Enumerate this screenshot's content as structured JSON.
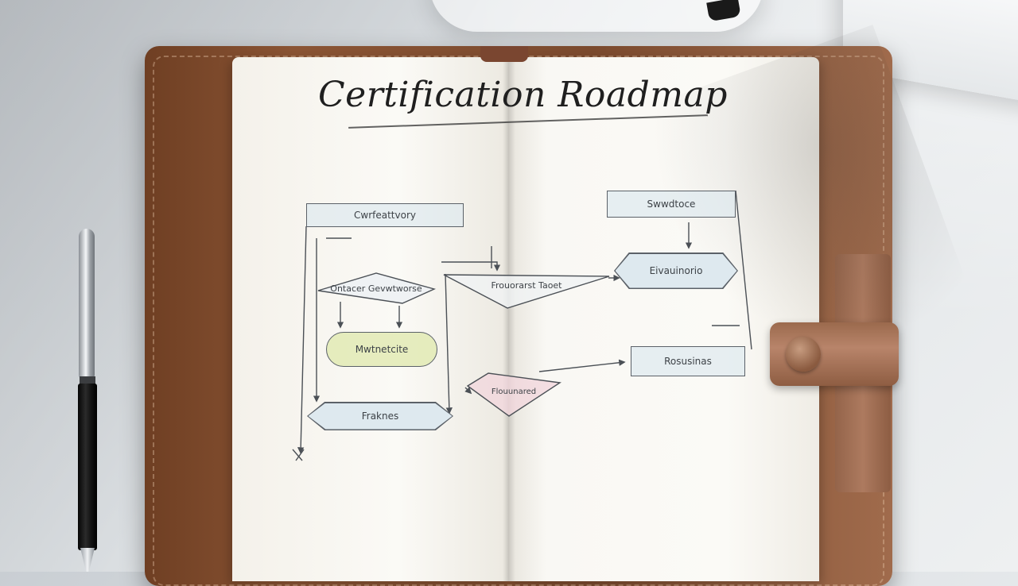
{
  "notebook": {
    "title": "Certification Roadmap",
    "nodes": {
      "top_left": "Cwrfeattvory",
      "diamond_left": "Ontacer Gevwtworse",
      "pill": "Mwtnetcite",
      "bottom_left": "Fraknes",
      "center_diamond": "Frouorarst Taoet",
      "top_right": "Swwdtoce",
      "hex_right": "Eivauinorio",
      "rect_right": "Rosusinas",
      "small_diamond": "Flouunared"
    }
  },
  "colors": {
    "ink": "#3d4247",
    "rect_fill": "#dce8ee",
    "pill_fill": "#e2eab4",
    "leather": "#8a5434"
  }
}
